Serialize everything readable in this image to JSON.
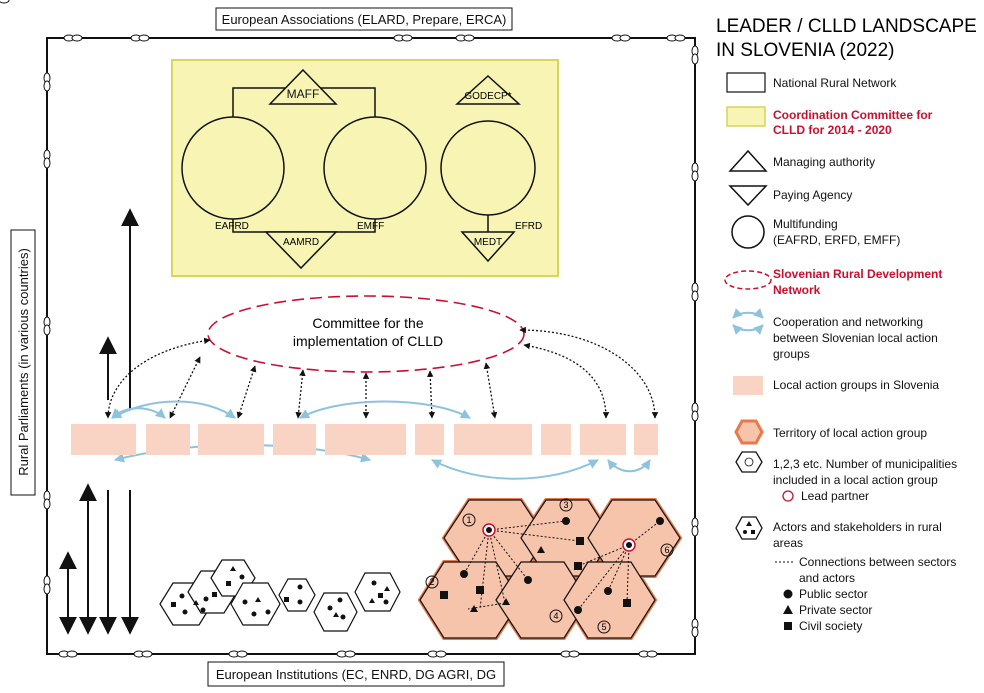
{
  "title_line1": "LEADER / CLLD LANDSCAPE",
  "title_line2": "IN SLOVENIA (2022)",
  "top_box": "European Associations (ELARD, Prepare, ERCA)",
  "bottom_box": "European Institutions (EC, ENRD, DG AGRI, DG",
  "side_label": "Rural Parliaments (in various countries)",
  "committee": {
    "line1": "Committee for the",
    "line2": "implementation of CLLD"
  },
  "coordination": {
    "maff": "MAFF",
    "aamrd": "AAMRD",
    "godecp": "GODECP*",
    "medt": "MEDT",
    "eafrd": "EAFRD",
    "emff": "EMFF",
    "efrd": "EFRD"
  },
  "territory_numbers": [
    "1",
    "2",
    "3",
    "4",
    "5",
    "6"
  ],
  "legend": {
    "national_rural_network": "National Rural Network",
    "coordination_l1": "Coordination Committee for",
    "coordination_l2": "CLLD for 2014 - 2020",
    "managing_authority": "Managing authority",
    "paying_agency": "Paying Agency",
    "multifunding_l1": "Multifunding",
    "multifunding_l2": "(EAFRD, ERFD, EMFF)",
    "srdn_l1": "Slovenian Rural Development",
    "srdn_l2": "Network",
    "coop_l1": "Cooperation and networking",
    "coop_l2": "between Slovenian local action",
    "coop_l3": "groups",
    "lag": "Local action groups in Slovenia",
    "territory": "Territory of local action group",
    "muni_l1": "1,2,3 etc. Number of municipalities",
    "muni_l2": "included in a local action group",
    "lead_partner": "Lead partner",
    "actors_l1": "Actors and stakeholders in rural",
    "actors_l2": "areas",
    "connections_l1": "Connections between sectors",
    "connections_l2": "and actors",
    "public": "Public sector",
    "private": "Private sector",
    "civil": "Civil society"
  },
  "colors": {
    "coordination_fill": "#f8f4b4",
    "coordination_stroke": "#d9d45a",
    "lag_fill": "#f9d3c4",
    "territory_fill": "#f6c3ab",
    "territory_stroke": "#e8794a",
    "network_red": "#c8102e",
    "coop_blue": "#8ec3dd"
  }
}
